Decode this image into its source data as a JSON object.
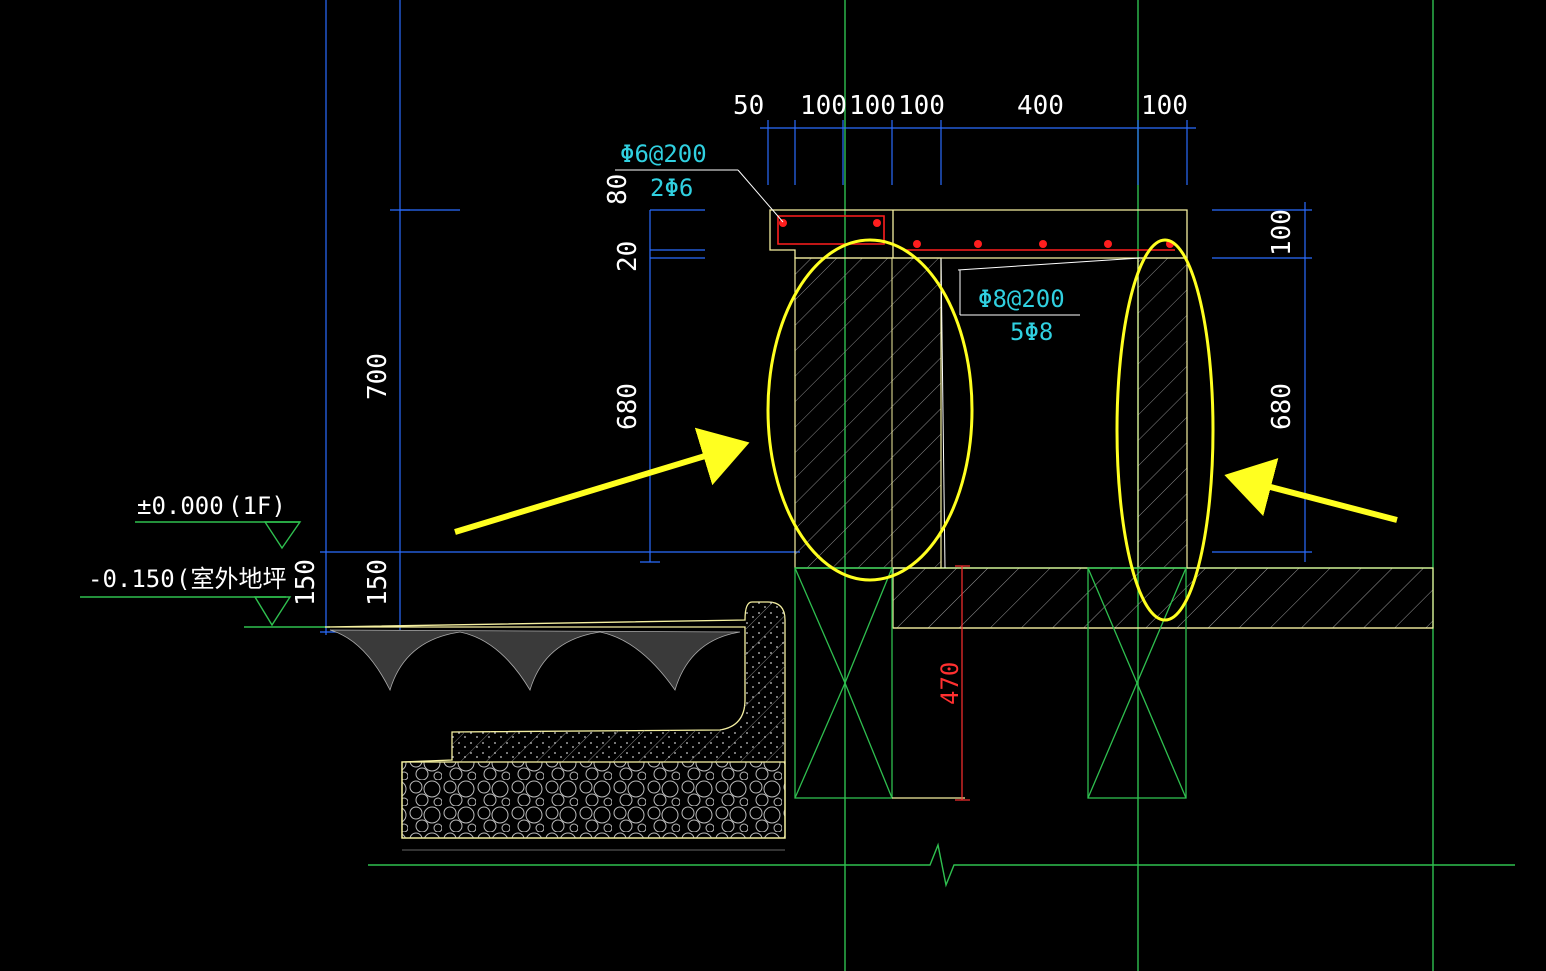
{
  "drawing": {
    "top_dimensions": [
      "50",
      "100",
      "100",
      "100",
      "400",
      "100"
    ],
    "left_dimensions": {
      "overall_height": "700",
      "slab_thickness": "80",
      "gap": "20",
      "wall_height": "680",
      "step": "150",
      "step_inner": "150"
    },
    "right_dimensions": {
      "slab_thickness": "100",
      "wall_height": "680"
    },
    "footing_depth": "470",
    "rebar_labels": {
      "upper_left_top": "Φ6@200",
      "upper_left_bottom": "2Φ6",
      "middle_top": "Φ8@200",
      "middle_bottom": "5Φ8"
    },
    "levels": {
      "floor_level": "±0.000",
      "floor_tag": "(1F)",
      "outdoor_level": "-0.150",
      "outdoor_tag": "(室外地坪"
    },
    "colors": {
      "background": "#000000",
      "grid": "#2a6cff",
      "structure": "#f5f0a0",
      "ground": "#2fbf4f",
      "highlight": "#ffff20",
      "rebar": "#ff1e1e"
    }
  }
}
